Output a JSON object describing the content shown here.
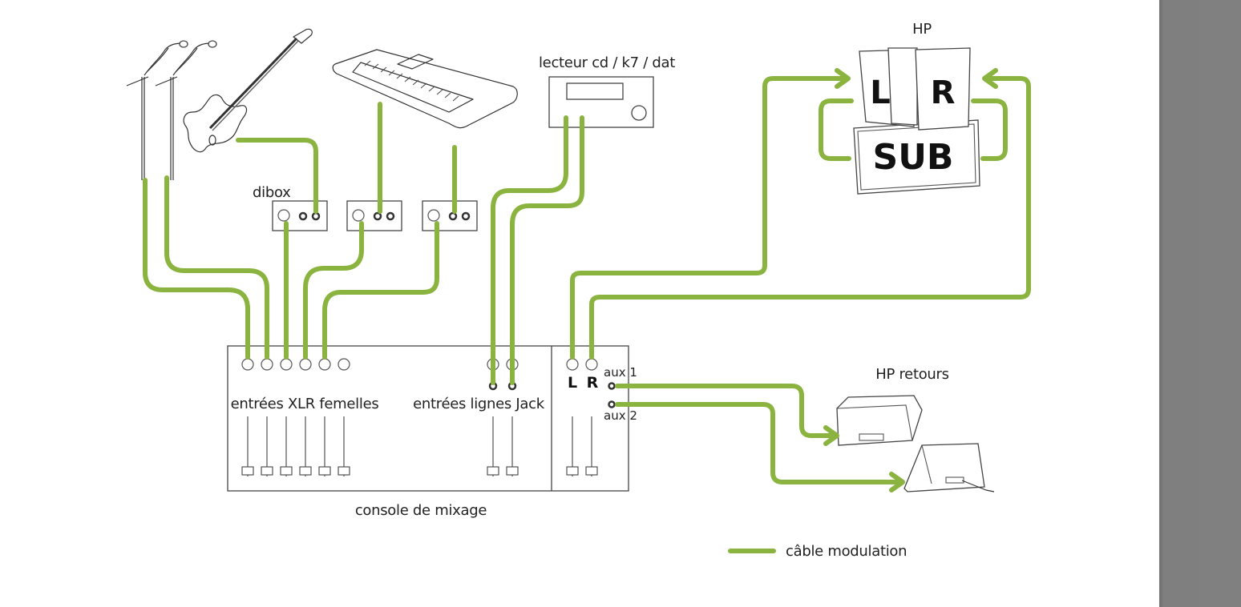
{
  "diagram": {
    "labels": {
      "dibox": "dibox",
      "cd_player": "lecteur cd / k7 / dat",
      "hp_main": "HP",
      "hp_left": "L",
      "hp_right": "R",
      "hp_sub": "SUB",
      "xlr_inputs": "entrées XLR femelles",
      "jack_inputs": "entrées lignes Jack",
      "master_left": "L",
      "master_right": "R",
      "aux1": "aux 1",
      "aux2": "aux 2",
      "console": "console de mixage",
      "monitors": "HP retours"
    },
    "legend": {
      "cable_label": "câble modulation",
      "cable_color": "#8ab43f"
    },
    "sources": [
      "microphone 1",
      "microphone 2",
      "guitare électrique",
      "clavier",
      "lecteur cd / k7 / dat"
    ],
    "counts": {
      "xlr_inputs": 6,
      "jack_inputs": 2,
      "dibox_units": 3,
      "master_outputs": 2,
      "aux_outputs": 2,
      "monitors": 2
    }
  }
}
